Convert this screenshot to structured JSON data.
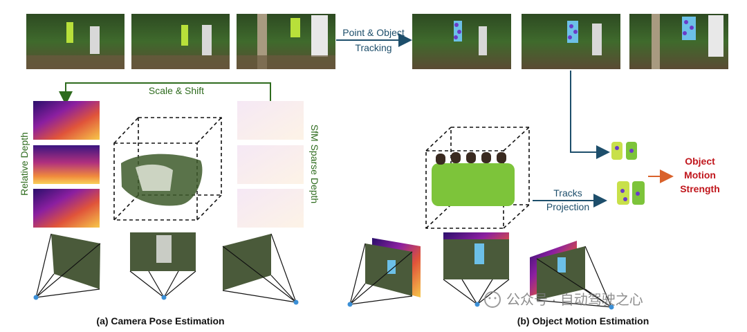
{
  "labels": {
    "point_object_tracking_1": "Point & Object",
    "point_object_tracking_2": "Tracking",
    "scale_shift": "Scale & Shift",
    "relative_depth": "Relative Depth",
    "sfm_sparse_depth": "SfM Sparse Depth",
    "tracks_projection_1": "Tracks",
    "tracks_projection_2": "Projection",
    "object_motion_strength_1": "Object",
    "object_motion_strength_2": "Motion",
    "object_motion_strength_3": "Strength"
  },
  "captions": {
    "camera_pose": "(a) Camera Pose Estimation",
    "object_motion": "(b) Object Motion Estimation"
  },
  "watermark": {
    "text": "公众号 · 自动驾驶之心"
  },
  "colors": {
    "green_arrow": "#2e6b1e",
    "blue_arrow": "#1d4e6b",
    "red_text": "#c0161c",
    "camera_dot": "#3b8fd6"
  }
}
